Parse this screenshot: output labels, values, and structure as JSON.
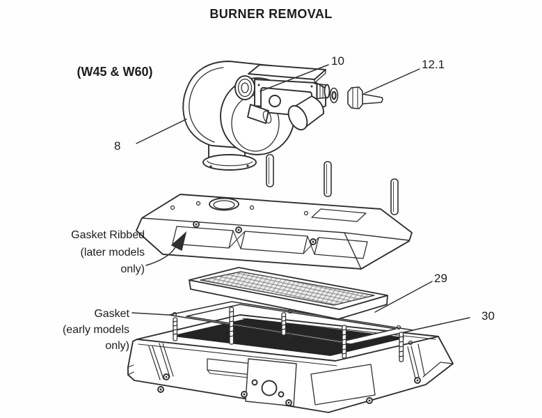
{
  "page": {
    "title": "BURNER REMOVAL",
    "model_note": "(W45 & W60)"
  },
  "part_labels": {
    "blower": "8",
    "gas_valve": "10",
    "gas_union": "12.1",
    "burner_tray": "29",
    "flat_gasket": "30"
  },
  "annotations": {
    "gasket_ribbed": {
      "line1": "Gasket Ribbed",
      "line2": "(later models",
      "line3": "only)"
    },
    "gasket_early": {
      "line1": "Gasket",
      "line2": "(early models",
      "line3": "only)"
    }
  },
  "colors": {
    "ink": "#2f2f2f",
    "paper": "#ffffff",
    "chamber_opening": "#242424"
  }
}
